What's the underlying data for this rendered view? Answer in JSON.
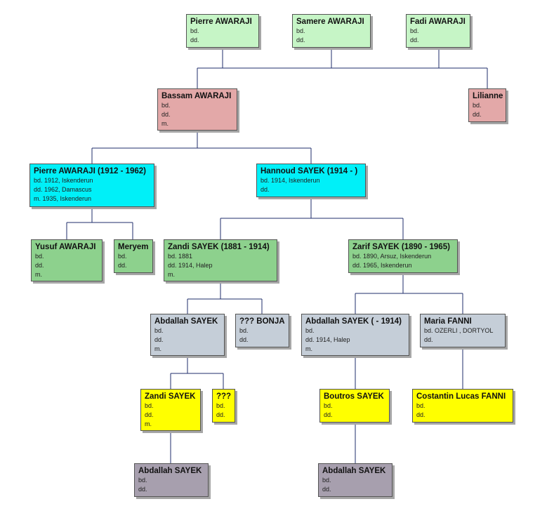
{
  "colors": {
    "line": "#1f2d6b",
    "lightgreen": "#c6f5c6",
    "pink": "#e3a8a8",
    "cyan": "#00f0f8",
    "green": "#8dd18d",
    "bluegray": "#c5ced8",
    "yellow": "#ffff00",
    "purple": "#a79fae"
  },
  "people": [
    {
      "id": "pierre-awaraji-top",
      "name": "Pierre AWARAJI",
      "lines": [
        "bd.",
        "dd."
      ]
    },
    {
      "id": "samere-awaraji",
      "name": "Samere AWARAJI",
      "lines": [
        "bd.",
        "dd."
      ]
    },
    {
      "id": "fadi-awaraji",
      "name": "Fadi AWARAJI",
      "lines": [
        "bd.",
        "dd."
      ]
    },
    {
      "id": "bassam-awaraji",
      "name": "Bassam AWARAJI",
      "lines": [
        "bd.",
        "dd.",
        "m."
      ]
    },
    {
      "id": "lilianne",
      "name": "Lilianne",
      "lines": [
        "bd.",
        "dd."
      ]
    },
    {
      "id": "pierre-awaraji-1912",
      "name": "Pierre AWARAJI (1912 - 1962)",
      "lines": [
        "bd. 1912, Iskenderun",
        "dd. 1962, Damascus",
        "m. 1935, Iskenderun"
      ]
    },
    {
      "id": "hannoud-sayek",
      "name": "Hannoud SAYEK (1914 - )",
      "lines": [
        "bd. 1914, Iskenderun",
        "dd."
      ]
    },
    {
      "id": "yusuf-awaraji",
      "name": "Yusuf AWARAJI",
      "lines": [
        "bd.",
        "dd.",
        "m."
      ]
    },
    {
      "id": "meryem",
      "name": "Meryem",
      "lines": [
        "bd.",
        "dd."
      ]
    },
    {
      "id": "zandi-sayek-1881",
      "name": "Zandi SAYEK (1881 - 1914)",
      "lines": [
        "bd. 1881",
        "dd. 1914, Halep",
        "m."
      ]
    },
    {
      "id": "zarif-sayek",
      "name": "Zarif SAYEK (1890 - 1965)",
      "lines": [
        "bd. 1890, Arsuz, Iskenderun",
        "dd. 1965, Iskenderun"
      ]
    },
    {
      "id": "abdallah-sayek-a",
      "name": "Abdallah SAYEK",
      "lines": [
        "bd.",
        "dd.",
        "m."
      ]
    },
    {
      "id": "bonja",
      "name": "??? BONJA",
      "lines": [
        "bd.",
        "dd."
      ]
    },
    {
      "id": "abdallah-sayek-1914",
      "name": "Abdallah SAYEK ( - 1914)",
      "lines": [
        "bd.",
        "dd. 1914, Halep",
        "m."
      ]
    },
    {
      "id": "maria-fanni",
      "name": "Maria FANNI",
      "lines": [
        "bd. OZERLI , DORTYOL",
        "dd."
      ]
    },
    {
      "id": "zandi-sayek",
      "name": "Zandi SAYEK",
      "lines": [
        "bd.",
        "dd.",
        "m."
      ]
    },
    {
      "id": "unknown",
      "name": "???",
      "lines": [
        "bd.",
        "dd."
      ]
    },
    {
      "id": "boutros-sayek",
      "name": "Boutros SAYEK",
      "lines": [
        "bd.",
        "dd."
      ]
    },
    {
      "id": "costantin-fanni",
      "name": "Costantin Lucas FANNI",
      "lines": [
        "bd.",
        "dd."
      ]
    },
    {
      "id": "abdallah-sayek-b",
      "name": "Abdallah SAYEK",
      "lines": [
        "bd.",
        "dd."
      ]
    },
    {
      "id": "abdallah-sayek-c",
      "name": "Abdallah SAYEK",
      "lines": [
        "bd.",
        "dd."
      ]
    }
  ]
}
